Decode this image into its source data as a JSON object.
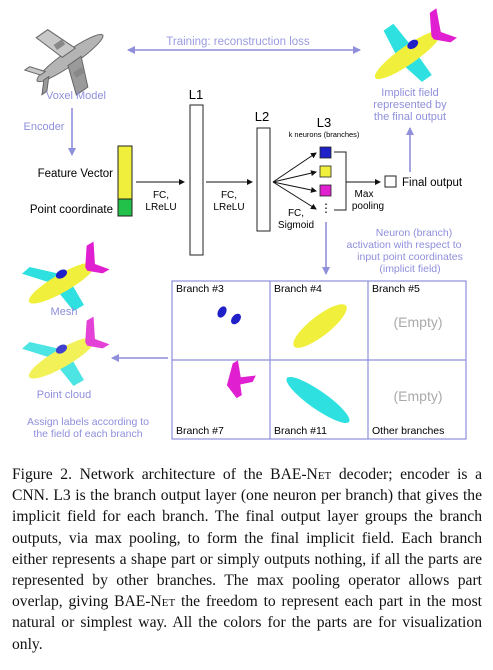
{
  "diagram": {
    "training_label": "Training: reconstruction loss",
    "voxel_model_label": "Voxel Model",
    "encoder_label": "Encoder",
    "feature_vector_label": "Feature Vector",
    "point_coordinate_label": "Point coordinate",
    "fc_relu_1": [
      "FC,",
      "LReLU"
    ],
    "fc_relu_2": [
      "FC,",
      "LReLU"
    ],
    "fc_sigmoid": [
      "FC,",
      "Sigmoid"
    ],
    "layer_l1": "L1",
    "layer_l2": "L2",
    "layer_l3": "L3",
    "k_neurons_label": "k neurons (branches)",
    "max_pooling": [
      "Max",
      "pooling"
    ],
    "final_output_label": "Final output",
    "implicit_field_label": [
      "Implicit field",
      "represented by",
      "the final output"
    ],
    "neuron_activation_label": [
      "Neuron (branch)",
      "activation with respect to",
      "input point coordinates",
      "(implicit field)"
    ],
    "mesh_label": "Mesh",
    "point_cloud_label": "Point cloud",
    "assign_labels_label": [
      "Assign labels according to",
      "the field of each branch"
    ],
    "branches": {
      "b3": "Branch #3",
      "b4": "Branch #4",
      "b5": "Branch #5",
      "b7": "Branch #7",
      "b11": "Branch #11",
      "other": "Other branches",
      "empty1": "(Empty)",
      "empty2": "(Empty)"
    },
    "colors": {
      "accent_blue": "#8f8fdc",
      "yellow": "#f0f03c",
      "cyan": "#2ee0e0",
      "magenta": "#e020d0",
      "navy": "#2020c8",
      "green": "#22c24a"
    }
  },
  "caption": {
    "prefix": "Figure 2. Network architecture of the ",
    "bae1": "BAE-Net",
    "part2": " decoder; encoder is a CNN. L3 is the branch output layer (one neuron per branch) that gives the implicit field for each branch. The final output layer groups the branch outputs, via max pooling, to form the final implicit field. Each branch either represents a shape part or simply outputs nothing, if all the parts are represented by other branches. The max pooling operator allows part overlap, giving ",
    "bae2": "BAE-Net",
    "part3": " the freedom to represent each part in the most natural or simplest way. All the colors for the parts are for visualization only."
  }
}
